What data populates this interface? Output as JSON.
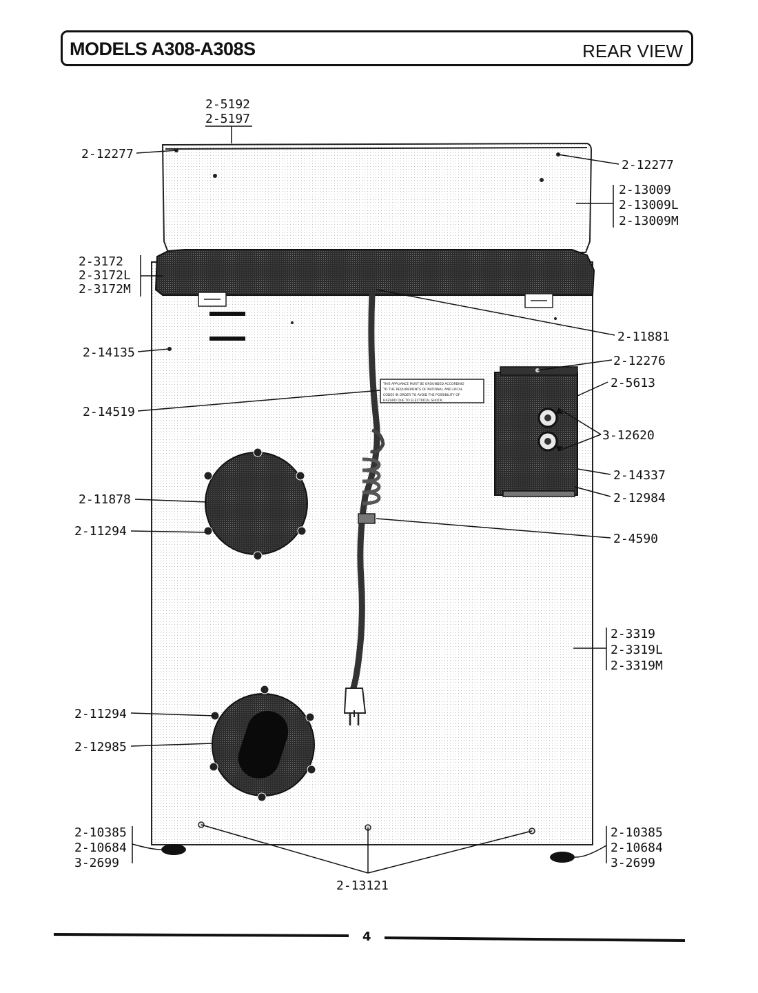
{
  "header": {
    "title": "MODELS A308-A308S",
    "view": "REAR VIEW"
  },
  "labels": {
    "top_cover_1": "2-5192",
    "top_cover_2": "2-5197",
    "hinge_left": "2-12277",
    "hinge_right": "2-12277",
    "lid_1": "2-13009",
    "lid_2": "2-13009L",
    "lid_3": "2-13009M",
    "console_1": "2-3172",
    "console_2": "2-3172L",
    "console_3": "2-3172M",
    "cord_clip": "2-11881",
    "screw": "2-14135",
    "box_screw": "2-12276",
    "box": "2-5613",
    "warning_label": "2-14519",
    "terminals": "3-12620",
    "terminal_board": "2-14337",
    "box_bracket": "2-12984",
    "access_cover": "2-11878",
    "cover_screw_upper": "2-11294",
    "strain_relief": "2-4590",
    "cabinet_1": "2-3319",
    "cabinet_2": "2-3319L",
    "cabinet_3": "2-3319M",
    "cover_screw_lower": "2-11294",
    "lower_cover": "2-12985",
    "leg_left_1": "2-10385",
    "leg_left_2": "2-10684",
    "leg_left_3": "3-2699",
    "leg_right_1": "2-10385",
    "leg_right_2": "2-10684",
    "leg_right_3": "3-2699",
    "rear_screws": "2-13121"
  },
  "warning_text": [
    "THIS APPLIANCE MUST BE GROUNDED ACCORDING",
    "TO THE REQUIREMENTS OF NATIONAL AND LOCAL",
    "CODES IN ORDER TO AVOID THE POSSIBILITY OF",
    "HAZARD DUE TO ELECTRICAL SHOCK."
  ],
  "page_number": "4"
}
